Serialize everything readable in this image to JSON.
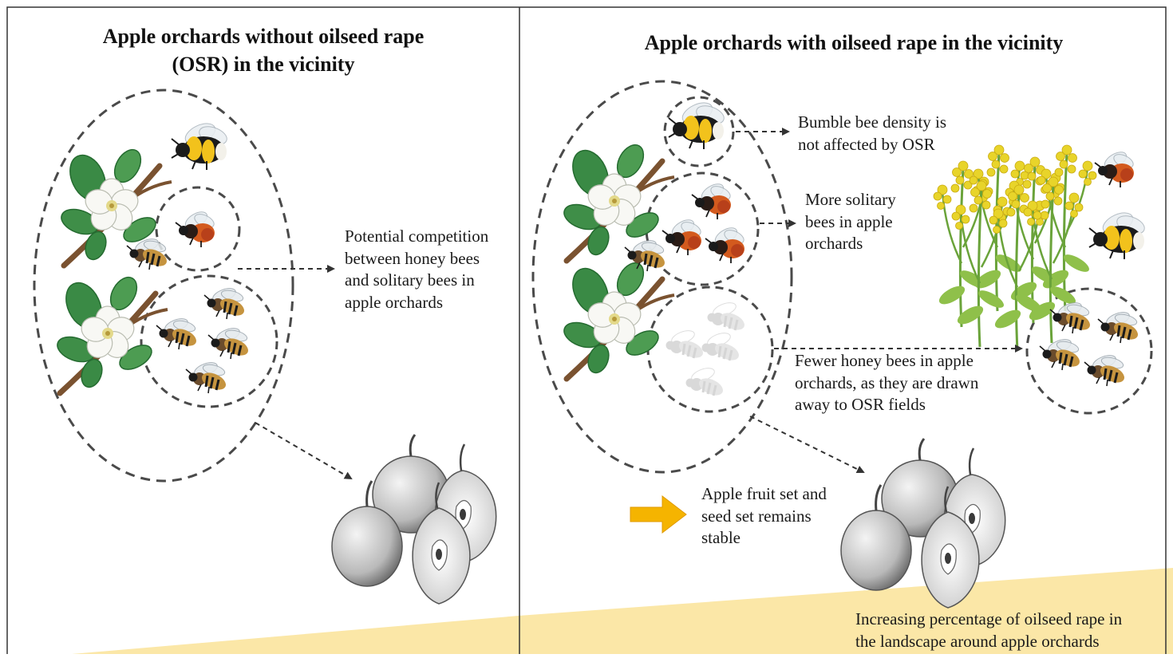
{
  "left_panel": {
    "title_lines": [
      "Apple orchards without oilseed rape",
      "(OSR) in the vicinity"
    ],
    "competition_lines": [
      "Potential competition",
      "between honey bees",
      "and solitary bees in",
      "apple orchards"
    ]
  },
  "right_panel": {
    "title": "Apple orchards with oilseed rape in the vicinity",
    "bumble_lines": [
      "Bumble bee density is",
      "not affected by OSR"
    ],
    "solitary_lines": [
      "More solitary",
      "bees in apple",
      "orchards"
    ],
    "honey_lines": [
      "Fewer honey bees in apple",
      "orchards, as they are drawn",
      "away to OSR fields"
    ],
    "fruit_lines": [
      "Apple fruit set and",
      "seed set remains",
      "stable"
    ]
  },
  "bottom_band": {
    "lines": [
      "Increasing percentage of oilseed rape in",
      "the landscape around apple orchards"
    ]
  },
  "colors": {
    "frame": "#333333",
    "dashed": "#4a4a4a",
    "band": "#fbe7a7",
    "arrow_yellow": "#f5b400",
    "leaf": "#3c8c4b",
    "petal": "#f8f8f4",
    "osr_yellow": "#e8d42a"
  },
  "icons": [
    "apple-blossom-icon",
    "bumble-bee-icon",
    "solitary-bee-icon",
    "honey-bee-icon",
    "apple-fruit-icon",
    "oilseed-rape-plant-icon",
    "yellow-arrow-icon"
  ]
}
